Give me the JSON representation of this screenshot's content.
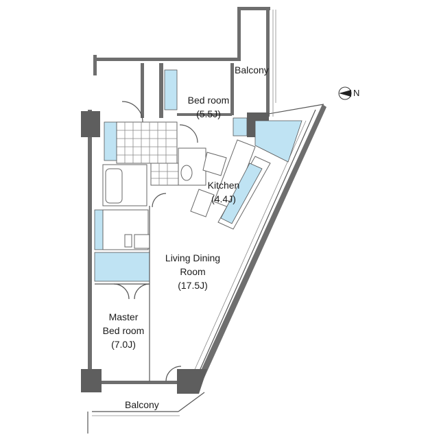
{
  "rooms": {
    "bedroom": {
      "name": "Bed room",
      "size": "(5.5J)"
    },
    "kitchen": {
      "name": "Kitchen",
      "size": "(4.4J)"
    },
    "living": {
      "name_line1": "Living Dining",
      "name_line2": "Room",
      "size": "(17.5J)"
    },
    "master": {
      "name_line1": "Master",
      "name_line2": "Bed room",
      "size": "(7.0J)"
    }
  },
  "balconies": {
    "top": "Balcony",
    "bottom": "Balcony"
  },
  "compass": {
    "letter": "N"
  },
  "colors": {
    "wall": "#6e6e6e",
    "fixture_fill": "#bfe3f3"
  }
}
